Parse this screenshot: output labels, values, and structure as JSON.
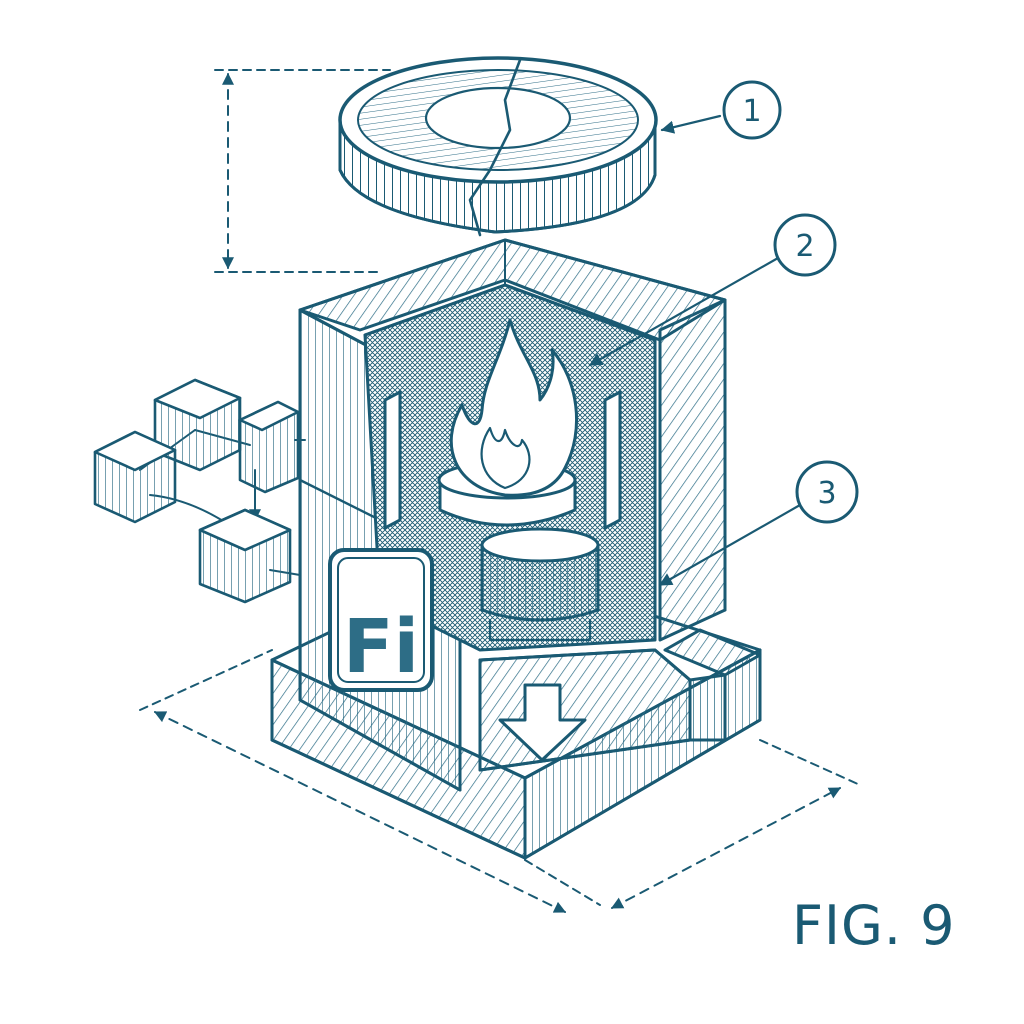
{
  "figure": {
    "label": "FIG. 9"
  },
  "colors": {
    "ink": "#1a5a73",
    "paper": "#ffffff",
    "hatch": "#2d6d86"
  },
  "callouts": [
    {
      "number": "1"
    },
    {
      "number": "2"
    },
    {
      "number": "3"
    }
  ],
  "logo": {
    "text": "Fi"
  },
  "icons": [
    "coin-icon",
    "flame-icon",
    "down-arrow-icon",
    "network-cubes-icon"
  ]
}
